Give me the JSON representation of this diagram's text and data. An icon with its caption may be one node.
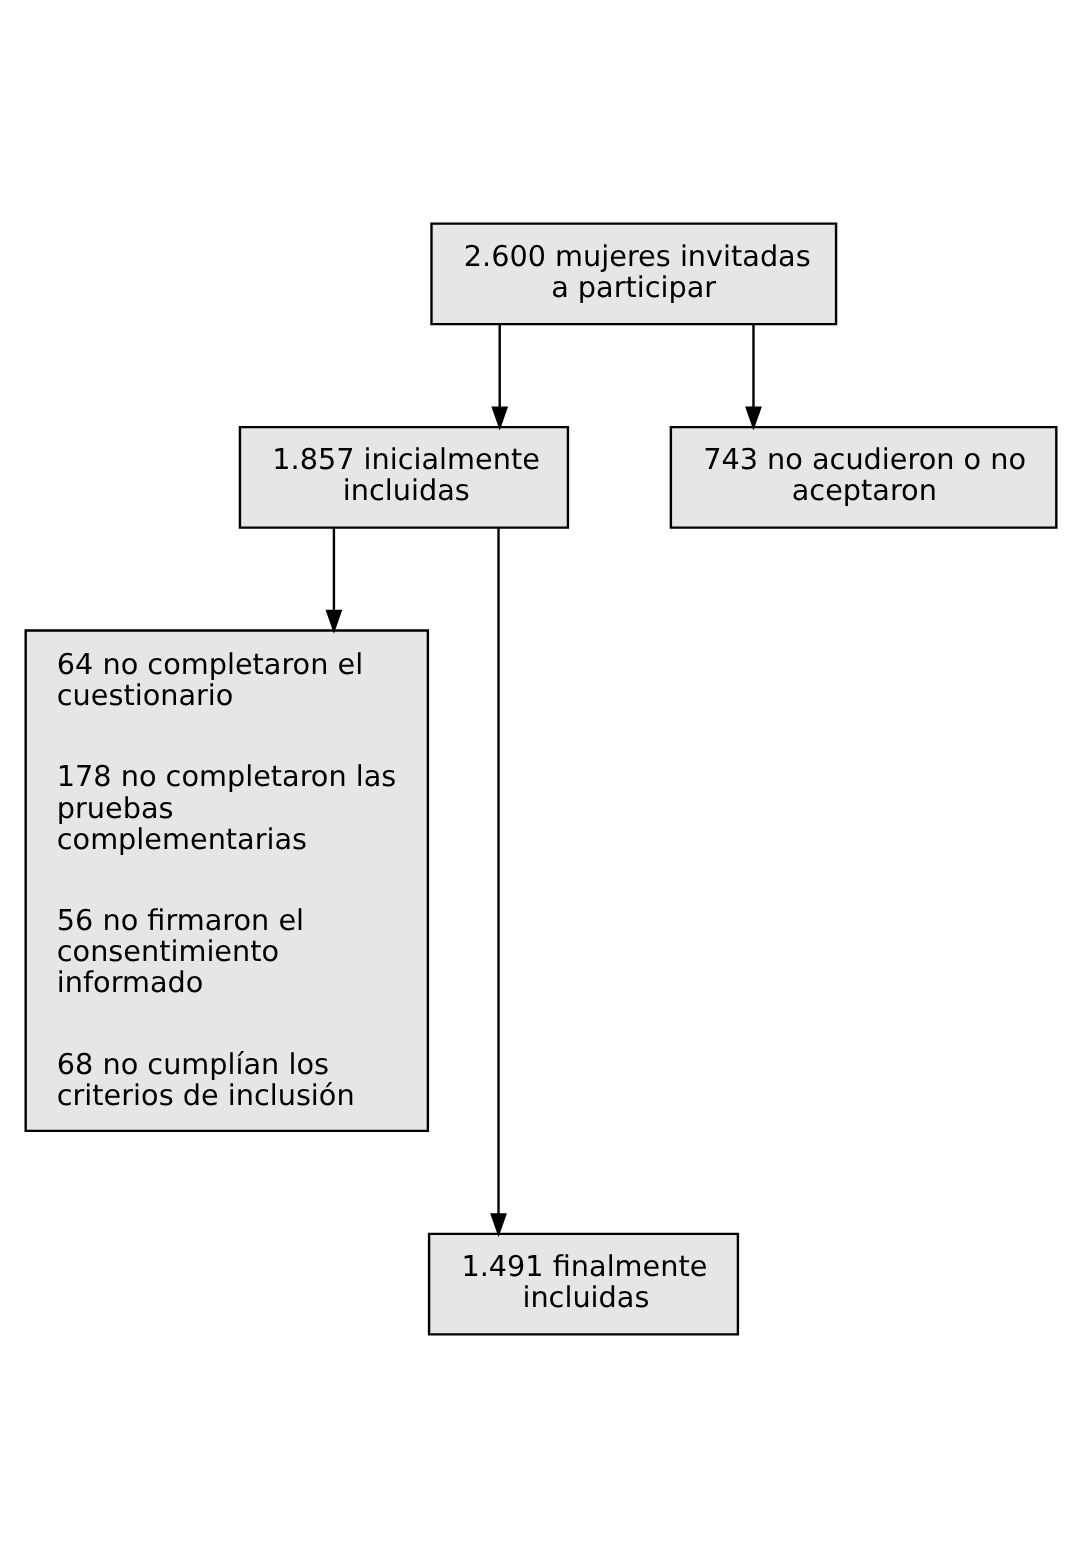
{
  "diagram": {
    "nodes": [
      {
        "text": [
          "2.600 mujeres invitadas a participar"
        ]
      },
      {
        "text": [
          "1.857 inicialmente incluidas"
        ]
      },
      {
        "text": [
          "743 no acudieron o no aceptaron"
        ]
      },
      {
        "text": [
          "64 no completaron el cuestionario",
          "178 no completaron las pruebas complementarias",
          "56 no firmaron el consentimiento informado",
          "68 no cumplían los criterios de inclusión"
        ]
      },
      {
        "text": [
          "1.491 finalmente incluidas"
        ]
      }
    ],
    "edges": [
      {
        "from": 0,
        "to": 1,
        "arrow": "to"
      },
      {
        "from": 0,
        "to": 2,
        "arrow": "to"
      },
      {
        "from": 1,
        "to": 3,
        "arrow": "to"
      },
      {
        "from": 1,
        "to": 4,
        "arrow": "to"
      }
    ]
  }
}
